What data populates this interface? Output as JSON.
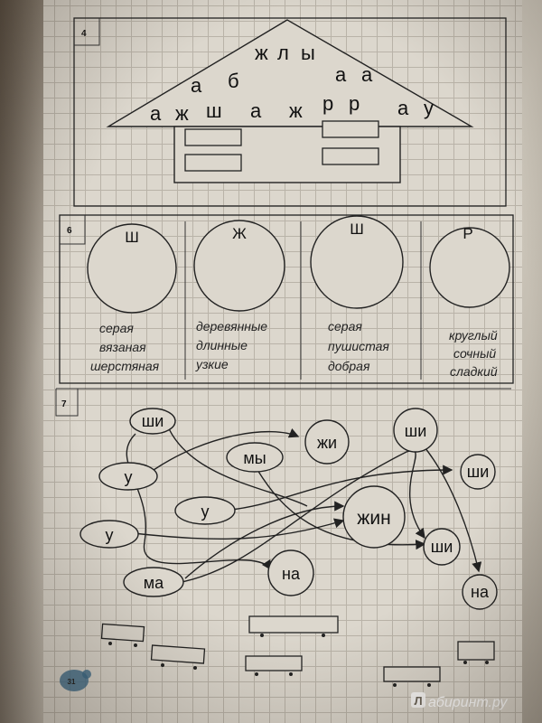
{
  "colors": {
    "paper": "#dcd7cd",
    "grid": "#b9b3a8",
    "ink": "#222222"
  },
  "task4": {
    "number": "4",
    "roof_rows": [
      [
        "ж",
        "л",
        "ы"
      ],
      [
        "а",
        "б",
        "а",
        "а"
      ],
      [
        "а",
        "ж",
        "ш",
        "а",
        "ж",
        "р",
        "р",
        "а",
        "у"
      ]
    ]
  },
  "task6": {
    "number": "6",
    "columns": [
      {
        "letter": "Ш",
        "words": [
          "серая",
          "вязаная",
          "шерстяная"
        ]
      },
      {
        "letter": "Ж",
        "words": [
          "деревянные",
          "длинные",
          "узкие"
        ]
      },
      {
        "letter": "Ш",
        "words": [
          "серая",
          "пушистая",
          "добрая"
        ]
      },
      {
        "letter": "Р",
        "words": [
          "круглый",
          "сочный",
          "сладкий"
        ]
      }
    ]
  },
  "task7": {
    "number": "7",
    "left_syllables": [
      "ши",
      "у",
      "у",
      "у",
      "ма",
      "мы"
    ],
    "right_syllables": [
      "жи",
      "ши",
      "ши",
      "жин",
      "ши",
      "на",
      "на"
    ]
  },
  "footer": {
    "page_number": "31"
  },
  "watermark": {
    "text": "абиринт.ру",
    "logo_letter": "Л"
  }
}
